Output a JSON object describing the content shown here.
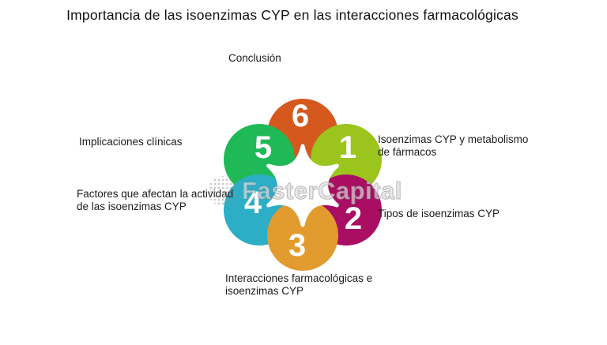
{
  "title": "Importancia de las isoenzimas CYP en las interacciones farmacológicas",
  "watermark": {
    "text": "FasterCapital"
  },
  "diagram": {
    "type": "circular-flower-diagram",
    "items": [
      {
        "number": "1",
        "label": "Isoenzimas CYP y metabolismo de fármacos",
        "color": "#9bc41d"
      },
      {
        "number": "2",
        "label": "Tipos de isoenzimas CYP",
        "color": "#a90e63"
      },
      {
        "number": "3",
        "label": "Interacciones farmacológicas e isoenzimas CYP",
        "color": "#e19b2e"
      },
      {
        "number": "4",
        "label": "Factores que afectan la actividad de las isoenzimas CYP",
        "color": "#2baec6"
      },
      {
        "number": "5",
        "label": "Implicaciones clínicas",
        "color": "#1fb958"
      },
      {
        "number": "6",
        "label": "Conclusión",
        "color": "#d5591d"
      }
    ],
    "center_star_color": "#ffffff"
  }
}
